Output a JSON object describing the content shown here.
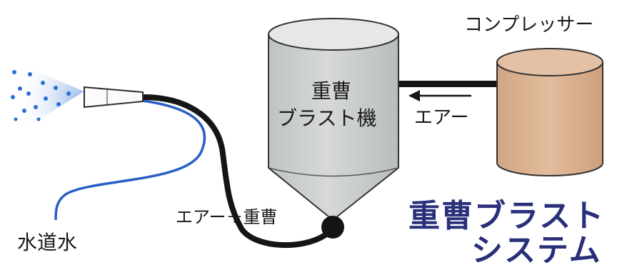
{
  "labels": {
    "compressor": "コンプレッサー",
    "blaster_line1": "重曹",
    "blaster_line2": "ブラスト機",
    "air": "エアー",
    "air_plus_soda": "エアー＋重曹",
    "tap_water": "水道水"
  },
  "title": {
    "line1": "重曹ブラスト",
    "line2": "システム"
  },
  "colors": {
    "title": "#2a2f7a",
    "text": "#1a1a1a",
    "blaster_body": "#d0d3d2",
    "compressor_body": "#dcb393",
    "water_hose": "#2a5fc6",
    "air_hose": "#151515",
    "spray_dots": "#2a6fd6"
  },
  "icons": {
    "nozzle": "spray-nozzle-icon",
    "arrow": "left-arrow-icon"
  }
}
